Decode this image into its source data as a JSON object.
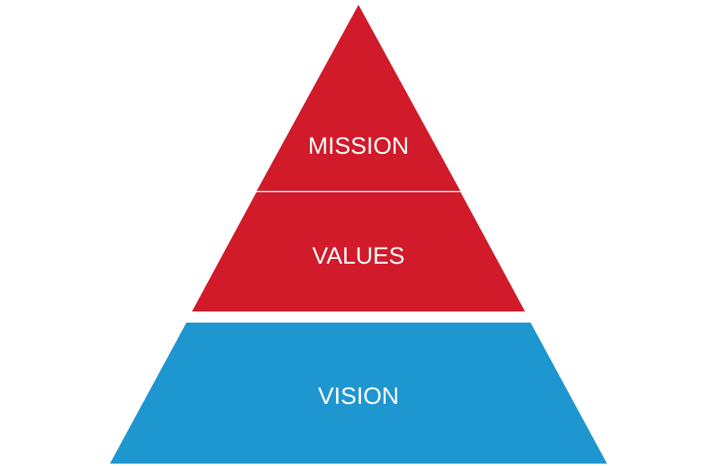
{
  "diagram": {
    "type": "pyramid",
    "tiers": [
      {
        "label": "MISSION",
        "color": "#d11a2a"
      },
      {
        "label": "VALUES",
        "color": "#d11a2a"
      },
      {
        "label": "VISION",
        "color": "#1e96d0"
      }
    ],
    "divider_color": "#ffffff",
    "label_color": "#ffffff",
    "background": "#ffffff"
  }
}
